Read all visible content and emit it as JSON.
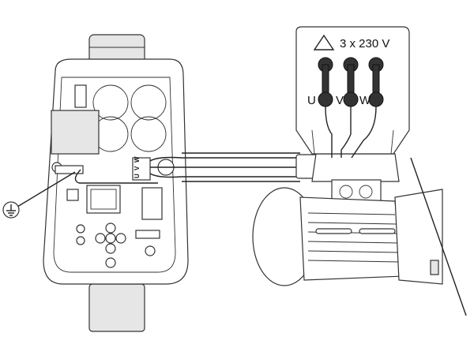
{
  "supply_box": {
    "voltage_label": "3 x 230 V",
    "terminals": [
      "U",
      "V",
      "W"
    ]
  },
  "controller_terminal_block": {
    "labels": [
      "U",
      "V",
      "W"
    ]
  },
  "icons": [
    "delta-connection-icon",
    "ground-icon"
  ]
}
